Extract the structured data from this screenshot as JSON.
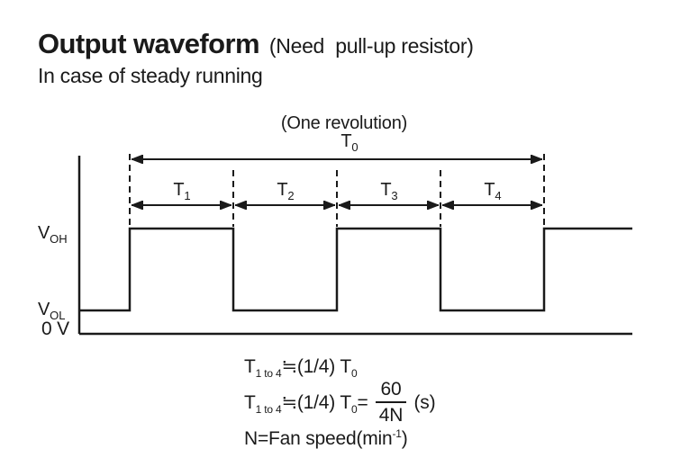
{
  "page": {
    "background": "#ffffff",
    "ink": "#1a1a1a"
  },
  "header": {
    "title": "Output waveform",
    "title_note": "(Need  pull-up resistor)",
    "subtitle": "In case of steady running"
  },
  "diagram": {
    "one_revolution_label": "(One revolution)",
    "t0_label": {
      "base": "T",
      "sub": "0"
    },
    "interval_labels": [
      {
        "base": "T",
        "sub": "1"
      },
      {
        "base": "T",
        "sub": "2"
      },
      {
        "base": "T",
        "sub": "3"
      },
      {
        "base": "T",
        "sub": "4"
      }
    ],
    "level_labels": {
      "high": {
        "base": "V",
        "sub": "OH"
      },
      "low": {
        "base": "V",
        "sub": "OL"
      },
      "zero": "0 V"
    },
    "waveform": {
      "type": "square-wave",
      "initial_level": "low",
      "levels_during_intervals": {
        "T1": "high",
        "T2": "low",
        "T3": "high",
        "T4": "low"
      },
      "level_after_T4": "high",
      "intervals_per_revolution": 4,
      "pulses_per_revolution": 2
    }
  },
  "formulas": {
    "line1": {
      "t": "T",
      "t_sub": "1 to 4",
      "approx": "≒",
      "body": "(1/4) T",
      "body_sub": "0"
    },
    "line2": {
      "t": "T",
      "t_sub": "1 to 4",
      "approx": "≒",
      "body": "(1/4) T",
      "body_sub": "0",
      "equals": "=",
      "numerator": "60",
      "denominator": "4N",
      "unit": "(s)"
    },
    "line3": {
      "prefix": "N=Fan speed(min",
      "sup": "-1",
      "close": ")"
    }
  }
}
